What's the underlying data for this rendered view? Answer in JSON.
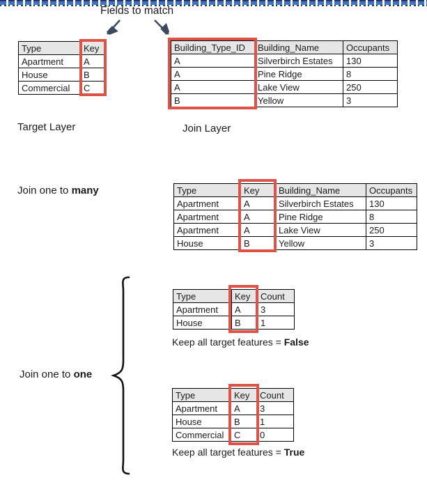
{
  "labels": {
    "fields_to_match": "Fields to match",
    "target_layer": "Target Layer",
    "join_layer": "Join Layer",
    "join_one_to_prefix": "Join one to ",
    "many_bold": "many",
    "one_bold": "one",
    "keep_prefix": "Keep all target features = ",
    "keep_false": "False",
    "keep_true": "True"
  },
  "tables": {
    "target": {
      "headers": [
        "Type",
        "Key"
      ],
      "rows": [
        [
          "Apartment",
          "A"
        ],
        [
          "House",
          "B"
        ],
        [
          "Commercial",
          "C"
        ]
      ]
    },
    "join": {
      "headers": [
        "Building_Type_ID",
        "Building_Name",
        "Occupants"
      ],
      "rows": [
        [
          "A",
          "Silverbirch Estates",
          "130"
        ],
        [
          "A",
          "Pine Ridge",
          "8"
        ],
        [
          "A",
          "Lake View",
          "250"
        ],
        [
          "B",
          "Yellow",
          "3"
        ]
      ]
    },
    "one_to_many": {
      "headers": [
        "Type",
        "Key",
        "Building_Name",
        "Occupants"
      ],
      "rows": [
        [
          "Apartment",
          "A",
          "Silverbirch Estates",
          "130"
        ],
        [
          "Apartment",
          "A",
          "Pine Ridge",
          "8"
        ],
        [
          "Apartment",
          "A",
          "Lake View",
          "250"
        ],
        [
          "House",
          "B",
          "Yellow",
          "3"
        ]
      ]
    },
    "one_to_one_false": {
      "headers": [
        "Type",
        "Key",
        "Count"
      ],
      "rows": [
        [
          "Apartment",
          "A",
          "3"
        ],
        [
          "House",
          "B",
          "1"
        ]
      ]
    },
    "one_to_one_true": {
      "headers": [
        "Type",
        "Key",
        "Count"
      ],
      "rows": [
        [
          "Apartment",
          "A",
          "3"
        ],
        [
          "House",
          "B",
          "1"
        ],
        [
          "Commercial",
          "C",
          "0"
        ]
      ]
    }
  },
  "colors": {
    "highlight": "#dd5348",
    "header_bg": "#e7e6e6",
    "arrow": "#3e4a5f",
    "divider_blue": "#4472c4",
    "divider_dark": "#1f3864",
    "ink": "#1a1a1a"
  }
}
